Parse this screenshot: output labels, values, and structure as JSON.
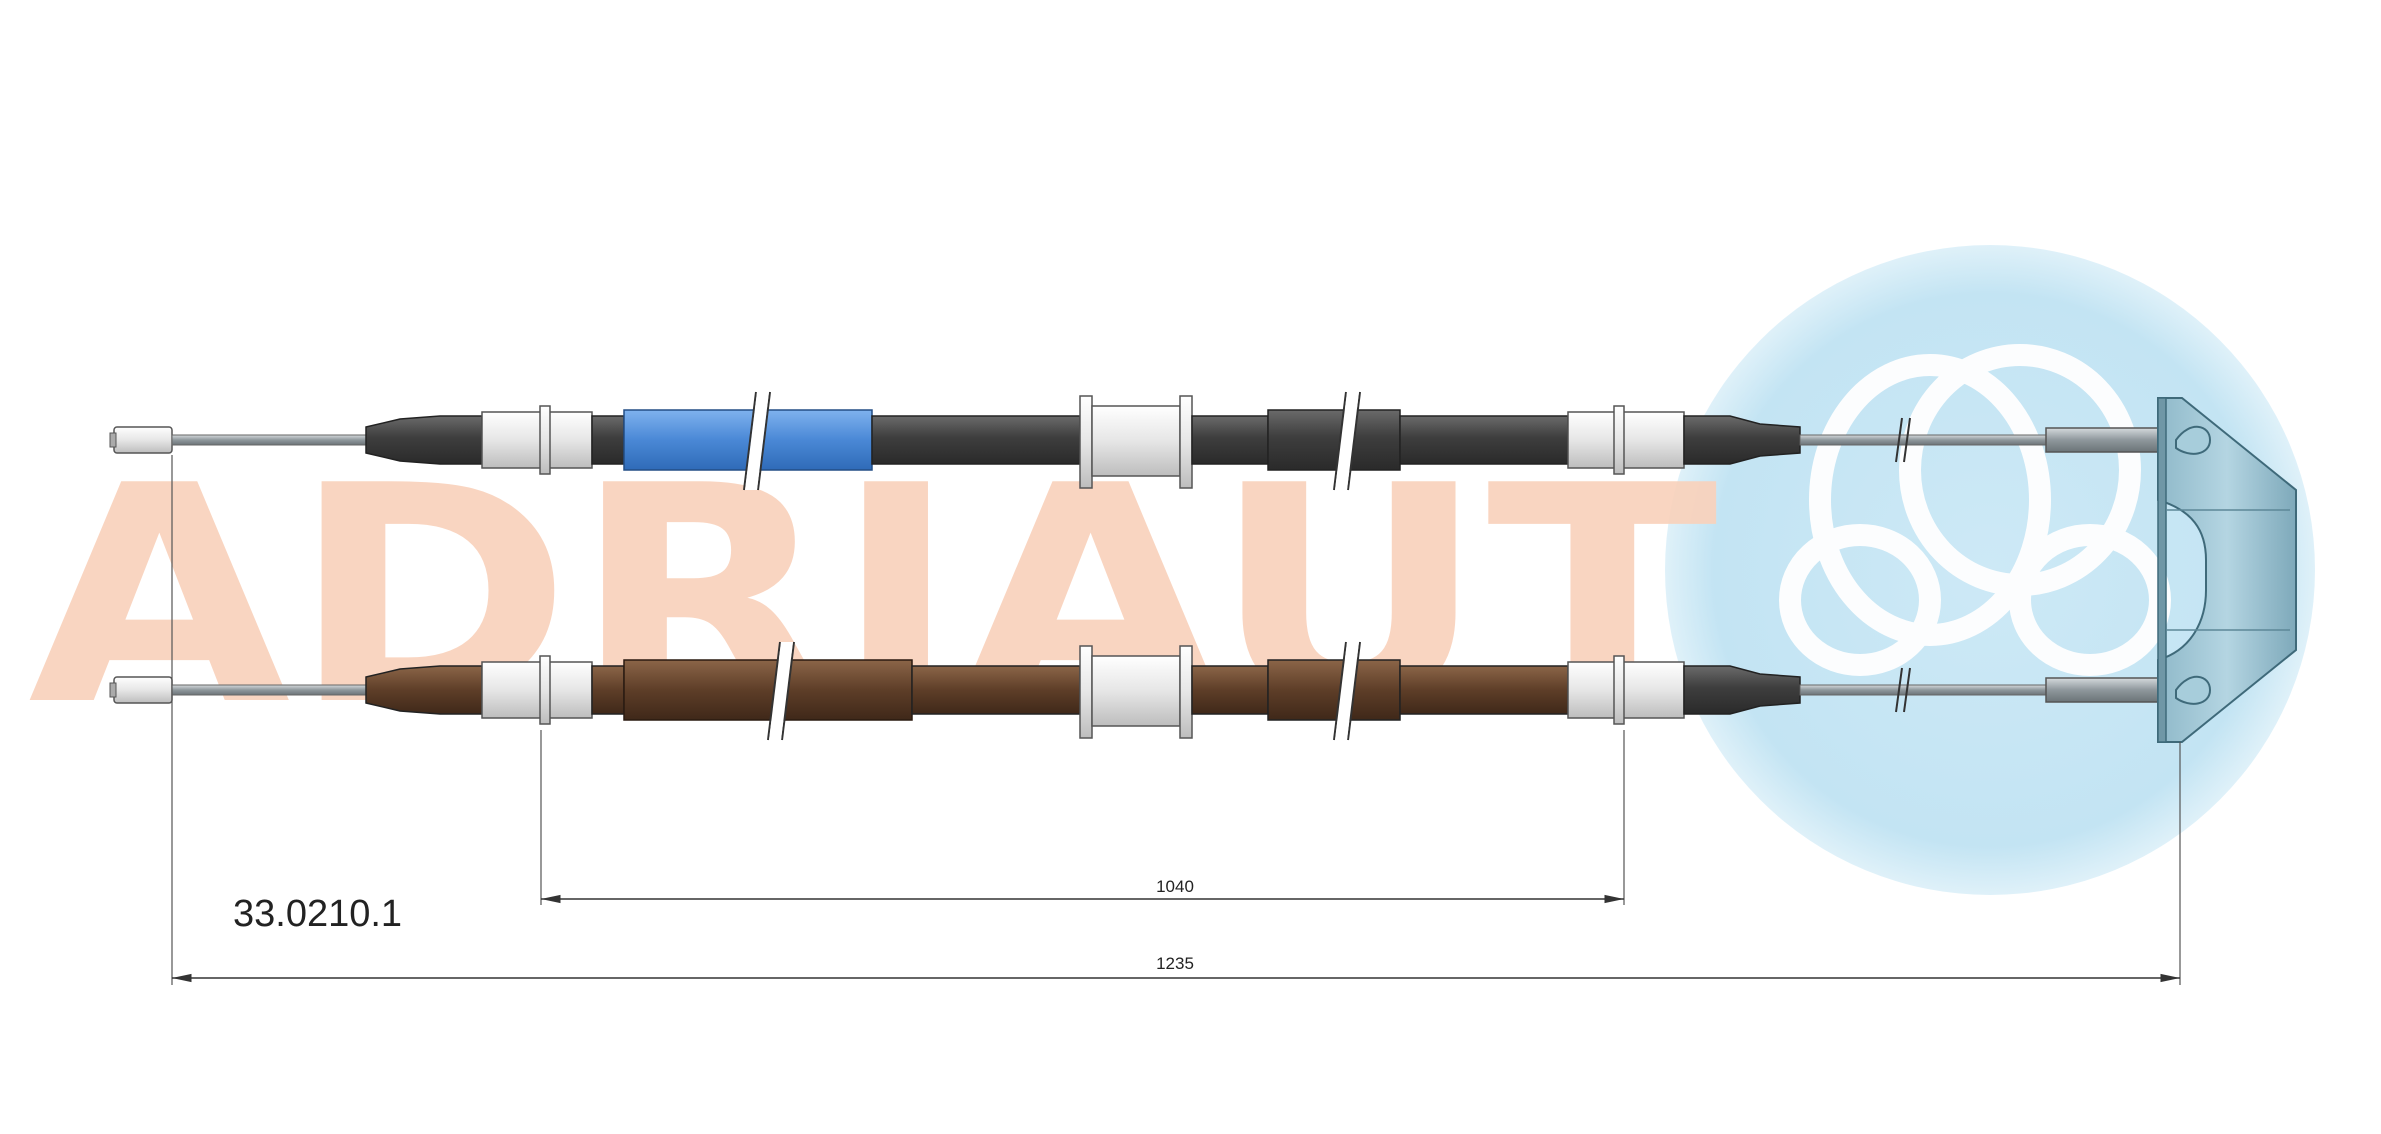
{
  "part_number": "33.0210.1",
  "watermark": {
    "text": "ADRIAUT"
  },
  "dimensions": {
    "inner_length": "1040",
    "overall_length": "1235"
  },
  "colors": {
    "sheath": "#4a4a4a",
    "sleeve_blue": "#4f8fdc",
    "sleeve_brown": "#6e4a32",
    "fitting_light": "#e8e8e8",
    "inner_wire": "#9aa3a8",
    "bracket": "#9cc6d6",
    "watermark_letters": "#f9d2bc",
    "watermark_circle": "#c7e6f4",
    "dimension_line": "#333333"
  }
}
